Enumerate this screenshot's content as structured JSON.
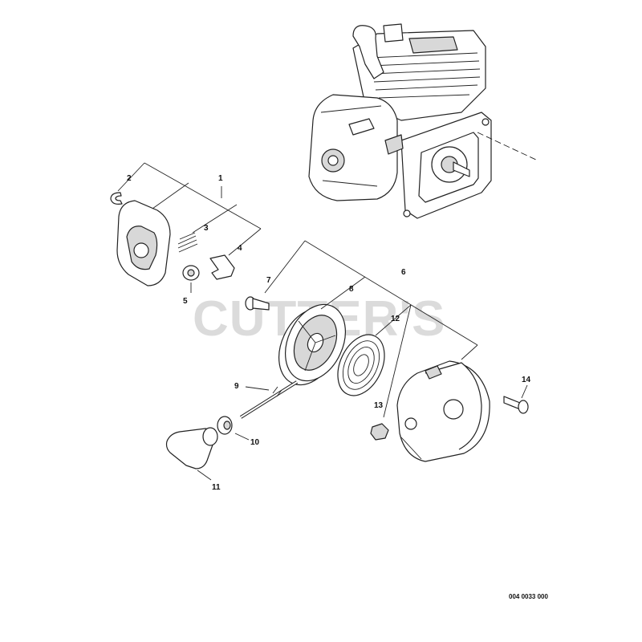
{
  "diagram": {
    "watermark": "CUTTER'S",
    "reference_code": "004 0033 000",
    "callouts": [
      {
        "id": "1",
        "label": "1"
      },
      {
        "id": "2",
        "label": "2"
      },
      {
        "id": "3",
        "label": "3"
      },
      {
        "id": "4",
        "label": "4"
      },
      {
        "id": "5",
        "label": "5"
      },
      {
        "id": "6",
        "label": "6"
      },
      {
        "id": "7",
        "label": "7"
      },
      {
        "id": "8",
        "label": "8"
      },
      {
        "id": "9",
        "label": "9"
      },
      {
        "id": "10",
        "label": "10"
      },
      {
        "id": "11",
        "label": "11"
      },
      {
        "id": "12",
        "label": "12"
      },
      {
        "id": "13",
        "label": "13"
      },
      {
        "id": "14",
        "label": "14"
      }
    ]
  }
}
